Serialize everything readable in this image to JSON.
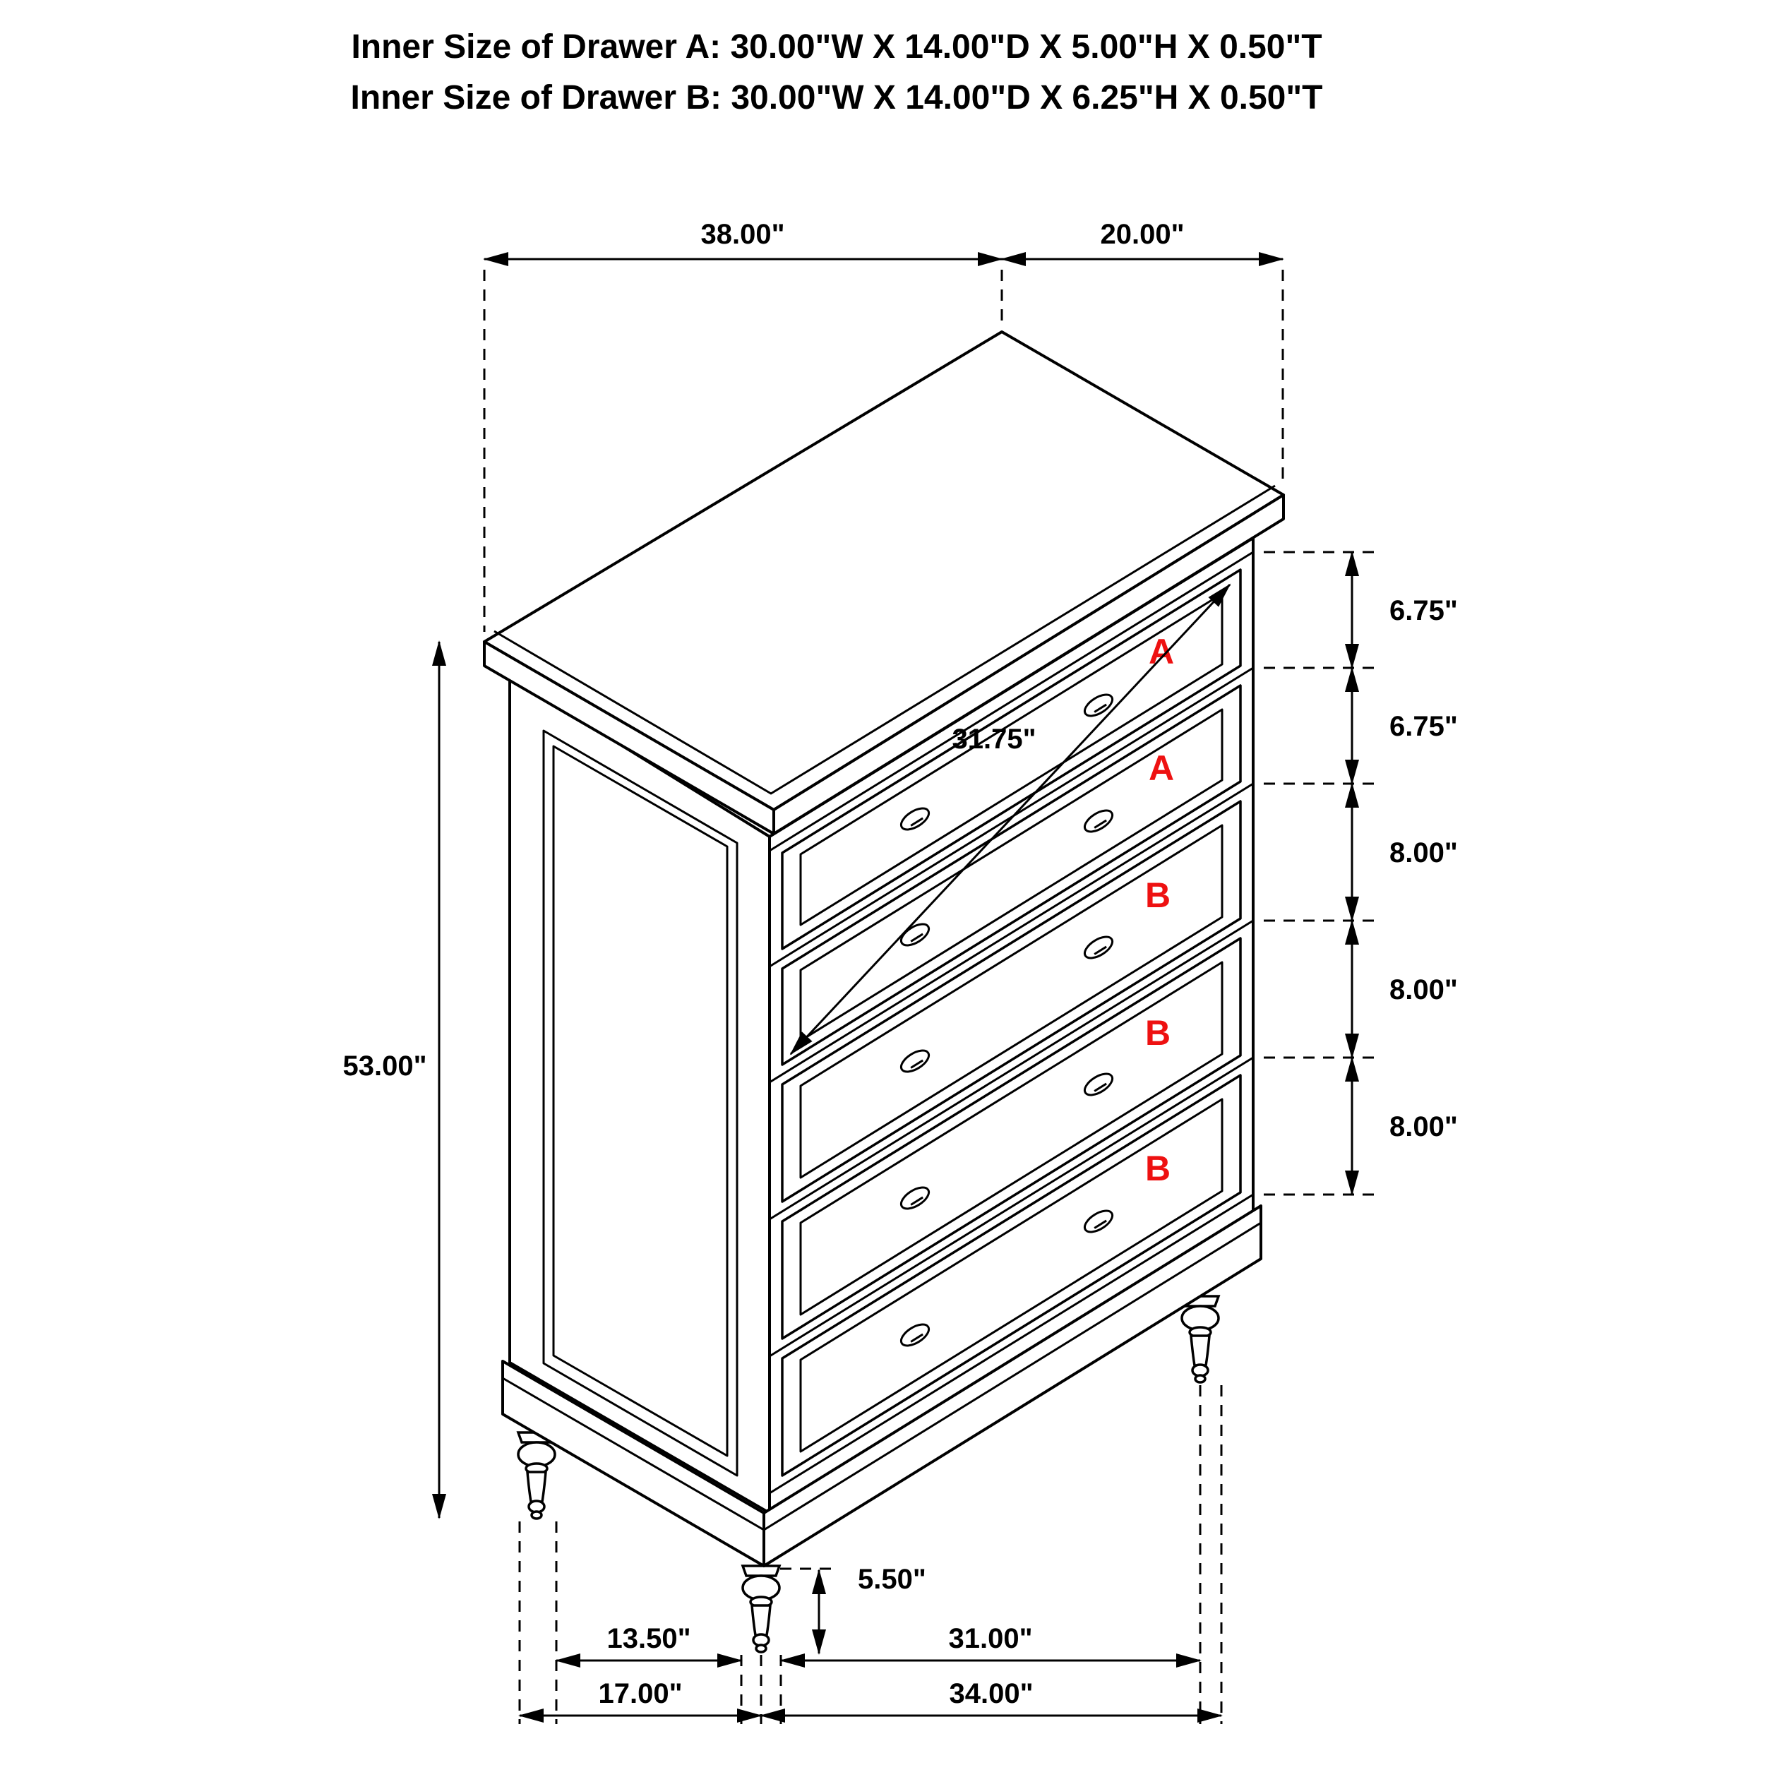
{
  "colors": {
    "line": "#000000",
    "red": "#ee1111",
    "background": "#ffffff"
  },
  "title": {
    "line1": "Inner Size of Drawer A: 30.00\"W X 14.00\"D X 5.00\"H X 0.50\"T",
    "line2": "Inner Size of Drawer B: 30.00\"W X 14.00\"D X 6.25\"H X 0.50\"T"
  },
  "dimensions": {
    "top_width": "38.00\"",
    "top_depth": "20.00\"",
    "overall_height": "53.00\"",
    "drawer_face_width": "31.75\"",
    "leg_height": "5.50\"",
    "drawer_heights": [
      "6.75\"",
      "6.75\"",
      "8.00\"",
      "8.00\"",
      "8.00\""
    ],
    "bottom_row1": [
      "13.50\"",
      "31.00\""
    ],
    "bottom_row2": [
      "17.00\"",
      "34.00\""
    ]
  },
  "drawers": [
    {
      "label": "A"
    },
    {
      "label": "A"
    },
    {
      "label": "B"
    },
    {
      "label": "B"
    },
    {
      "label": "B"
    }
  ]
}
